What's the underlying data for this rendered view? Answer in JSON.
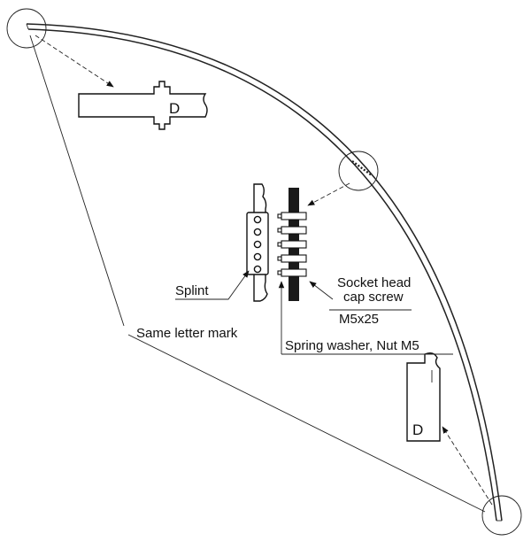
{
  "labels": {
    "splint": "Splint",
    "screw_line1": "Socket head",
    "screw_line2": "cap screw",
    "screw_line3": "M5x25",
    "same_letter": "Same letter mark",
    "washer_nut": "Spring washer, Nut M5",
    "mark_top": "D",
    "mark_bottom": "D"
  },
  "colors": {
    "line": "#111111",
    "background": "#ffffff"
  }
}
